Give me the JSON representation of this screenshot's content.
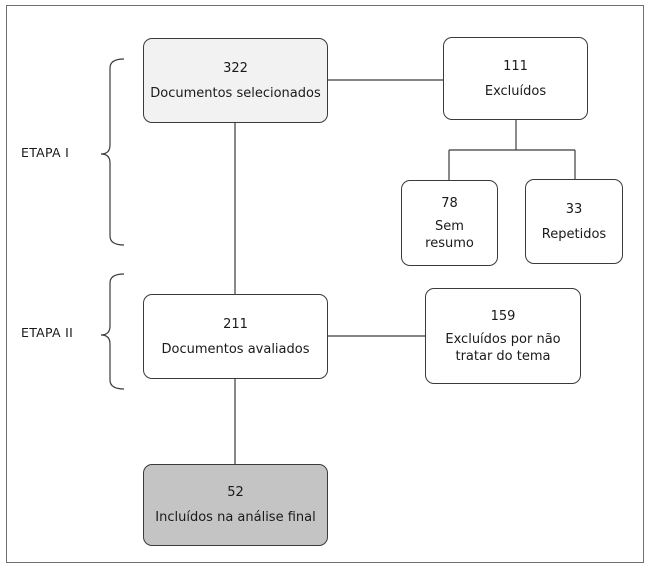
{
  "stages": {
    "stage_1": "ETAPA I",
    "stage_2": "ETAPA II"
  },
  "nodes": {
    "selected": {
      "count": "322",
      "label": "Documentos selecionados"
    },
    "excluded": {
      "count": "111",
      "label": "Excluídos"
    },
    "no_abstract": {
      "count": "78",
      "label_line1": "Sem",
      "label_line2": "resumo"
    },
    "repeated": {
      "count": "33",
      "label": "Repetidos"
    },
    "evaluated": {
      "count": "211",
      "label": "Documentos avaliados"
    },
    "off_topic": {
      "count": "159",
      "label_line1": "Excluídos por não",
      "label_line2": "tratar do tema"
    },
    "included": {
      "count": "52",
      "label": "Incluídos na análise final"
    }
  },
  "colors": {
    "border": "#3b3b3b",
    "selected_fill": "#f2f2f2",
    "included_fill": "#c4c4c4",
    "default_fill": "#ffffff"
  }
}
